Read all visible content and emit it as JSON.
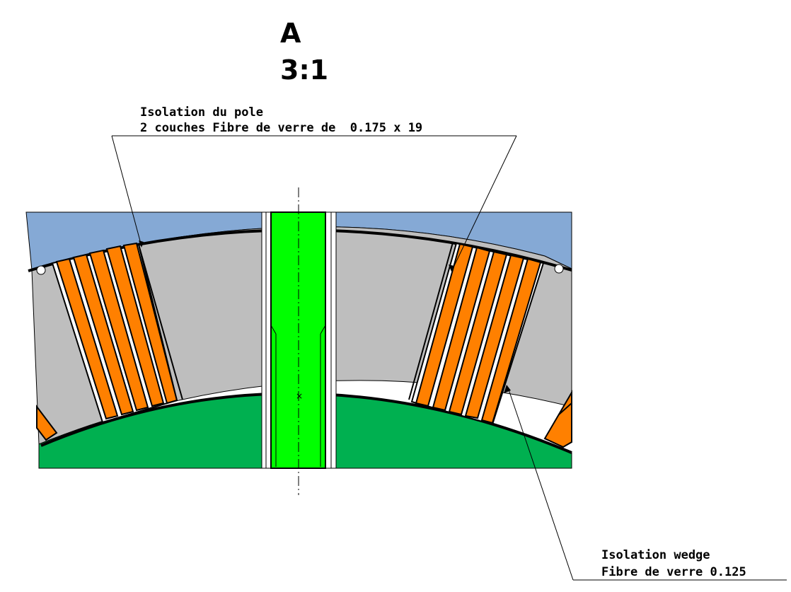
{
  "detail": {
    "label": "A",
    "scale": "3:1"
  },
  "annotations": {
    "pole_insulation": {
      "line1": "Isolation du pole",
      "line2": "2 couches Fibre de verre de  0.175 x 19"
    },
    "wedge_insulation": {
      "line1": "Isolation wedge",
      "line2": "Fibre de verre 0.125"
    }
  },
  "colors": {
    "yoke": "#85a9d5",
    "tooth": "#bebebe",
    "winding": "#ff8000",
    "rotor": "#00b050",
    "center_bar": "#00ff00",
    "outline": "#000000"
  }
}
